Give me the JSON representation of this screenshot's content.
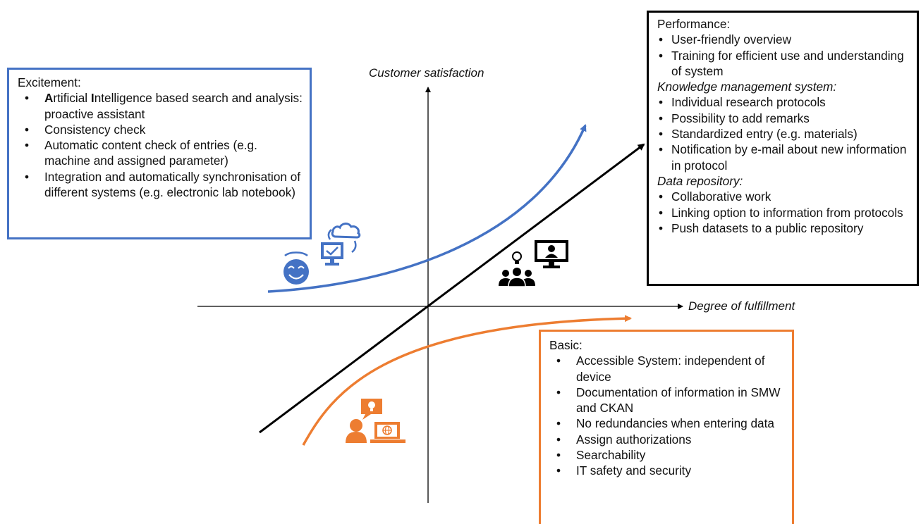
{
  "axes": {
    "y_label": "Customer satisfaction",
    "x_label": "Degree of fulfillment"
  },
  "excitement": {
    "heading": "Excitement:",
    "items": [
      {
        "lead_a": "A",
        "text_a": "rtificial ",
        "lead_b": "I",
        "text_b": "ntelligence based search and analysis: proactive assistant"
      },
      {
        "text": "Consistency check"
      },
      {
        "text": "Automatic content check of entries (e.g. machine and assigned parameter)"
      },
      {
        "text": "Integration and automatically synchronisation of different systems (e.g. electronic lab notebook)"
      }
    ]
  },
  "performance": {
    "heading": "Performance:",
    "items": [
      "User-friendly overview",
      "Training for efficient use and understanding of system"
    ],
    "kms_heading": "Knowledge management system:",
    "kms_items": [
      "Individual research protocols",
      "Possibility to add remarks",
      "Standardized entry (e.g. materials)",
      "Notification by e-mail about new information in protocol"
    ],
    "repo_heading": "Data repository:",
    "repo_items": [
      "Collaborative work",
      "Linking option to information from protocols",
      "Push datasets to a public repository"
    ]
  },
  "basic": {
    "heading": "Basic:",
    "items": [
      "Accessible System: independent of device",
      "Documentation of information in SMW and CKAN",
      "No redundancies when entering data",
      "Assign authorizations",
      "Searchability",
      "IT safety and security"
    ]
  },
  "colors": {
    "excitement": "#4472C4",
    "performance": "#000000",
    "basic": "#ED7D31"
  },
  "icons": {
    "excitement": [
      "smiley-face-icon",
      "cloud-sync-computer-icon"
    ],
    "performance": [
      "team-idea-icon",
      "video-call-monitor-icon"
    ],
    "basic": [
      "person-idea-icon",
      "laptop-globe-icon"
    ]
  }
}
